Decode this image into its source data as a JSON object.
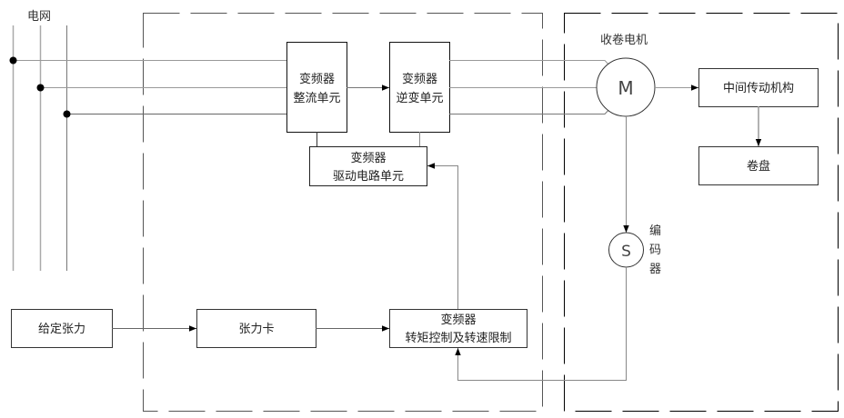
{
  "diagram": {
    "type": "block-diagram",
    "title": "",
    "colors": {
      "line": "#8a8a8a",
      "dark_line": "#000000",
      "box_border": "#333333",
      "text": "#333333",
      "dashed": "#666666"
    },
    "grid_label": "电网",
    "motor_label": "收卷电机",
    "motor_symbol": "M",
    "encoder_symbol": "S",
    "encoder_label": [
      "编",
      "码",
      "器"
    ],
    "boxes": {
      "rectifier": {
        "line1": "变频器",
        "line2": "整流单元"
      },
      "inverter": {
        "line1": "变频器",
        "line2": "逆变单元"
      },
      "drive": {
        "line1": "变频器",
        "line2": "驱动电路单元"
      },
      "torque": {
        "line1": "变频器",
        "line2": "转矩控制及转速限制"
      },
      "tension_set": {
        "line1": "给定张力"
      },
      "tension_card": {
        "line1": "张力卡"
      },
      "transmission": {
        "line1": "中间传动机构"
      },
      "reel": {
        "line1": "卷盘"
      }
    },
    "groups": [
      {
        "name": "inverter-group",
        "style": "dashed"
      },
      {
        "name": "motor-group",
        "style": "dashed"
      }
    ],
    "connections": [
      {
        "from": "grid-phase-1",
        "to": "rectifier"
      },
      {
        "from": "grid-phase-2",
        "to": "rectifier"
      },
      {
        "from": "grid-phase-3",
        "to": "rectifier"
      },
      {
        "from": "rectifier",
        "to": "inverter",
        "arrow": true
      },
      {
        "from": "inverter",
        "to": "motor"
      },
      {
        "from": "motor",
        "to": "transmission",
        "arrow": true
      },
      {
        "from": "transmission",
        "to": "reel",
        "arrow": true
      },
      {
        "from": "motor",
        "to": "encoder",
        "arrow": true
      },
      {
        "from": "encoder",
        "to": "torque",
        "arrow": true
      },
      {
        "from": "torque",
        "to": "drive",
        "arrow": true
      },
      {
        "from": "drive",
        "to": "rectifier"
      },
      {
        "from": "drive",
        "to": "inverter"
      },
      {
        "from": "tension_set",
        "to": "tension_card",
        "arrow": true
      },
      {
        "from": "tension_card",
        "to": "torque",
        "arrow": true
      }
    ]
  }
}
